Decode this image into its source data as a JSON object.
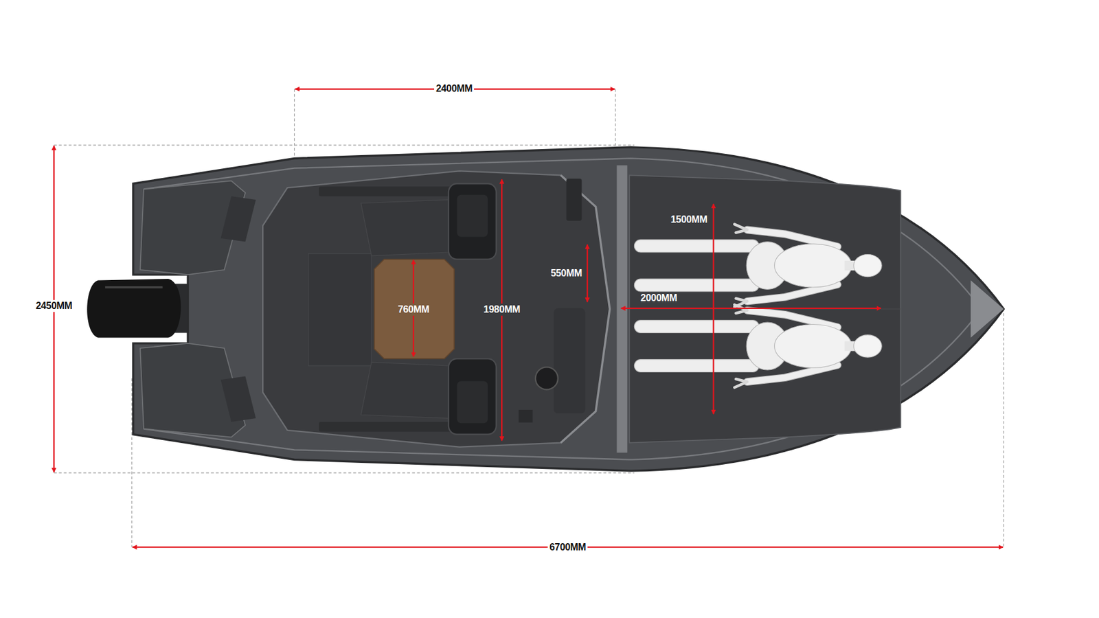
{
  "diagram": {
    "labels": [
      "2400MM",
      "2450MM",
      "1500MM",
      "550MM",
      "2000MM",
      "760MM",
      "1980MM",
      "6700MM"
    ]
  }
}
